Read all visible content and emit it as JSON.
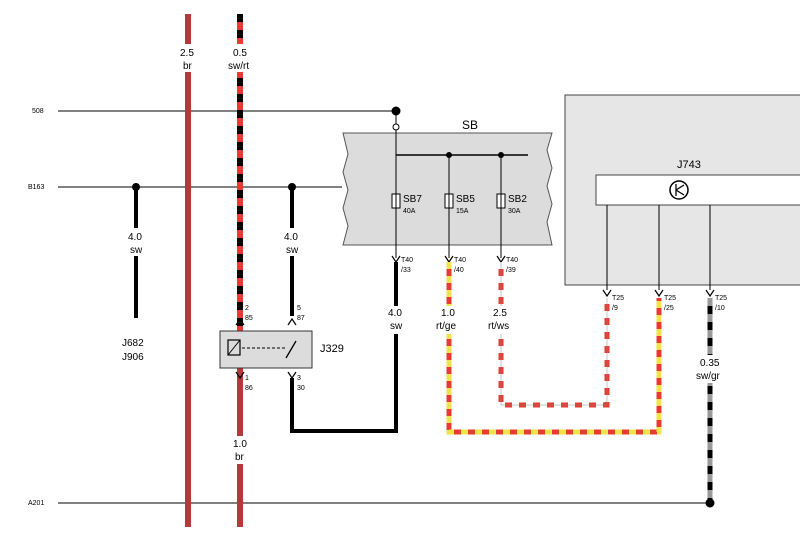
{
  "rails": {
    "r508": "508",
    "r163": "B163",
    "r201": "A201"
  },
  "wires": {
    "brown_main": {
      "size": "2.5",
      "color": "br"
    },
    "swrt_main": {
      "size": "0.5",
      "color": "sw/rt"
    },
    "left_sw": {
      "size": "4.0",
      "color": "sw"
    },
    "relay_in_sw": {
      "size": "4.0",
      "color": "sw"
    },
    "sb7_out": {
      "size": "4.0",
      "color": "sw"
    },
    "sb5_out": {
      "size": "1.0",
      "color": "rt/ge"
    },
    "sb2_out": {
      "size": "2.5",
      "color": "rt/ws"
    },
    "t25_10": {
      "size": "0.35",
      "color": "sw/gr"
    },
    "relay_out": {
      "size": "1.0",
      "color": "br"
    }
  },
  "components": {
    "left_connectors": {
      "line1": "J682",
      "line2": "J906"
    },
    "relay": {
      "name": "J329",
      "pin_top_left": {
        "num": "2",
        "label": "85"
      },
      "pin_top_right": {
        "num": "5",
        "label": "87"
      },
      "pin_bottom_left": {
        "num": "1",
        "label": "86"
      },
      "pin_bottom_right": {
        "num": "3",
        "label": "30"
      }
    },
    "fuse_box": {
      "name": "SB",
      "fuses": [
        {
          "name": "SB7",
          "rating": "40A",
          "terminal": "T40",
          "pin": "/33"
        },
        {
          "name": "SB5",
          "rating": "15A",
          "terminal": "T40",
          "pin": "/40"
        },
        {
          "name": "SB2",
          "rating": "30A",
          "terminal": "T40",
          "pin": "/39"
        }
      ]
    },
    "module": {
      "name": "J743",
      "pins": [
        {
          "terminal": "T25",
          "pin": "/9"
        },
        {
          "terminal": "T25",
          "pin": "/25"
        },
        {
          "terminal": "T25",
          "pin": "/10"
        }
      ]
    }
  },
  "colors": {
    "brown": "#b5383b",
    "red": "#e83a32",
    "black": "#000000",
    "yellow": "#f2e34c",
    "white": "#ffffff",
    "gray": "#9a9a9a",
    "box_gray": "#dcdcdc",
    "module_gray": "#e6e6e6"
  }
}
